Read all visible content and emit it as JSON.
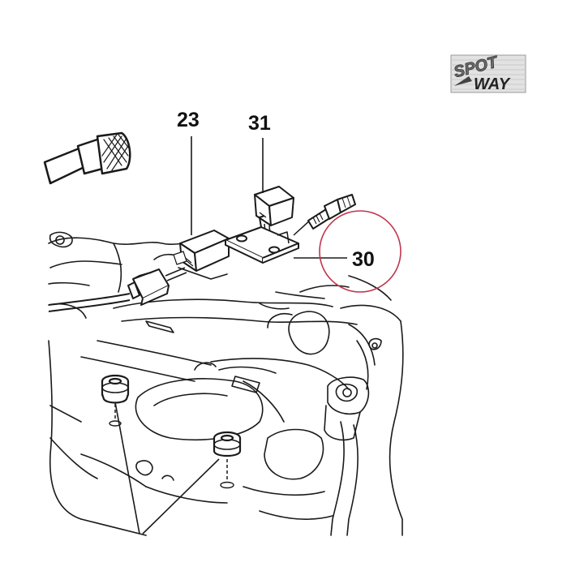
{
  "logo": {
    "line1": "SPOT",
    "line2": "WAY"
  },
  "callouts": {
    "part_23": "23",
    "part_31": "31",
    "part_30": "30"
  },
  "colors": {
    "line": "#1a1a1a",
    "highlight_circle": "#c0364f",
    "logo_bg": "#d9d9d9"
  }
}
